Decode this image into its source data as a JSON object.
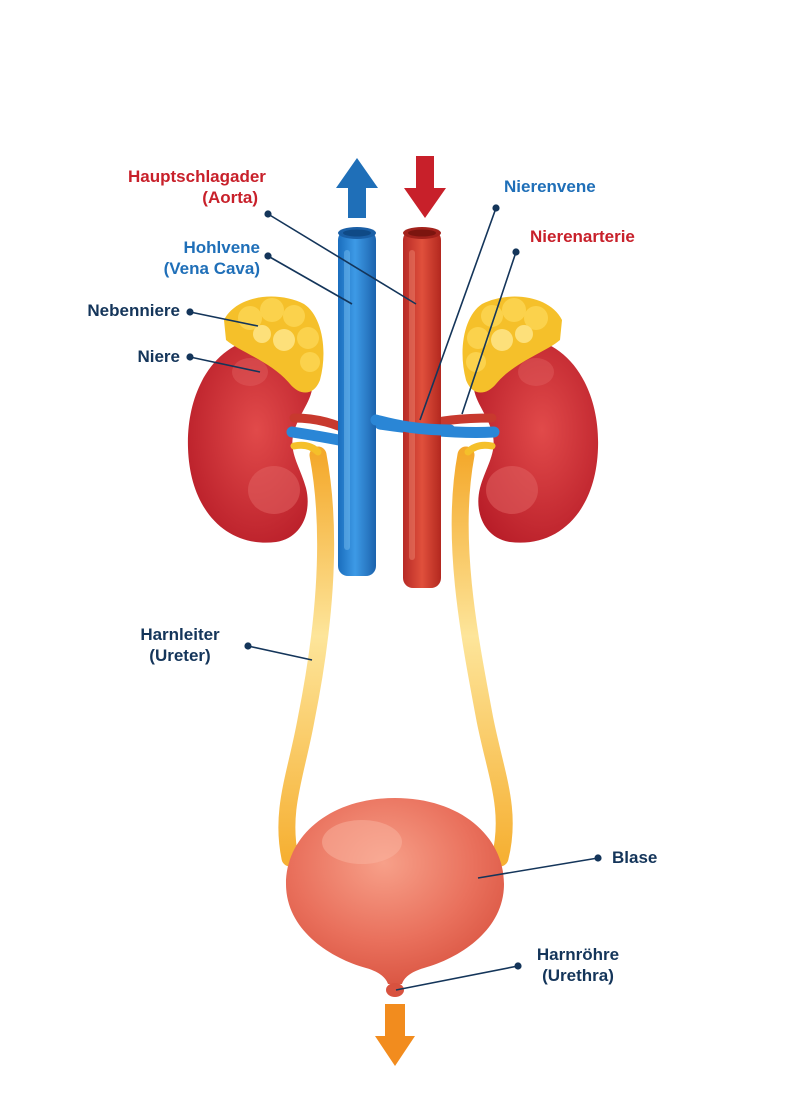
{
  "colors": {
    "red_label": "#c8202a",
    "blue_label": "#1f6fb8",
    "navy_label": "#14355a",
    "vein_blue": "#2a86d6",
    "artery_red": "#c8392e",
    "kidney_red": "#c8262e",
    "adrenal_yellow": "#f5c02a",
    "ureter_orange": "#f6ae2e",
    "bladder_salmon": "#e86a5a",
    "arrow_orange": "#f28c1e",
    "leader_line": "#14355a"
  },
  "labels": {
    "aorta": {
      "line1": "Hauptschlagader",
      "line2": "(Aorta)"
    },
    "vena_cava": {
      "line1": "Hohlvene",
      "line2": "(Vena Cava)"
    },
    "adrenal": {
      "text": "Nebenniere"
    },
    "kidney": {
      "text": "Niere"
    },
    "renal_vein": {
      "text": "Nierenvene"
    },
    "renal_artery": {
      "text": "Nierenarterie"
    },
    "ureter": {
      "line1": "Harnleiter",
      "line2": "(Ureter)"
    },
    "bladder": {
      "text": "Blase"
    },
    "urethra": {
      "line1": "Harnröhre",
      "line2": "(Urethra)"
    }
  }
}
